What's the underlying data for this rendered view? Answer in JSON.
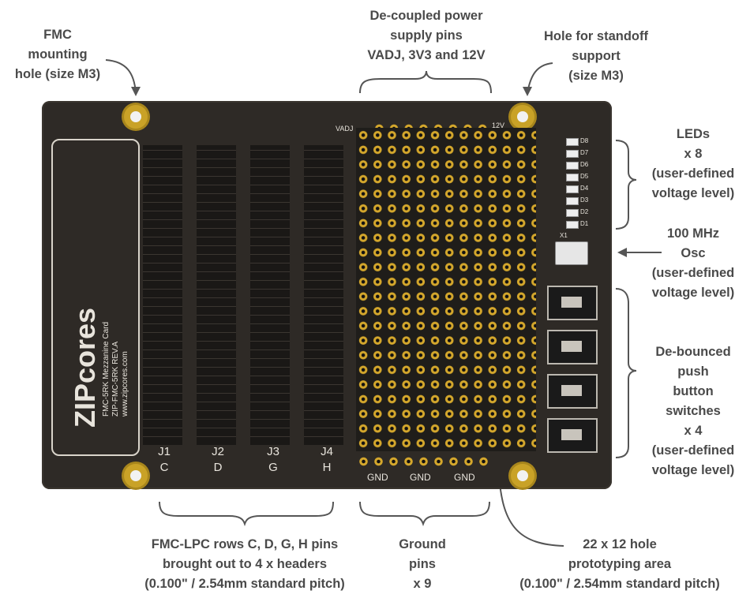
{
  "callouts": {
    "fmc_hole": [
      "FMC",
      "mounting",
      "hole (size M3)"
    ],
    "power_pins": [
      "De-coupled power",
      "supply pins",
      "VADJ, 3V3 and 12V"
    ],
    "standoff": [
      "Hole for standoff",
      "support",
      "(size M3)"
    ],
    "leds": [
      "LEDs",
      "x 8",
      "(user-defined",
      "voltage level)"
    ],
    "osc": [
      "100 MHz",
      "Osc",
      "(user-defined",
      "voltage level)"
    ],
    "buttons": [
      "De-bounced",
      "push",
      "button",
      "switches",
      "x 4",
      "(user-defined",
      "voltage level)"
    ],
    "fmc_rows": [
      "FMC-LPC rows C, D, G, H pins",
      "brought out to 4 x headers",
      "(0.100\" / 2.54mm standard pitch)"
    ],
    "ground": [
      "Ground",
      "pins",
      "x 9"
    ],
    "proto": [
      "22 x 12 hole",
      "prototyping area",
      "(0.100\" / 2.54mm standard pitch)"
    ]
  },
  "board": {
    "brand": "ZIPcores",
    "brand_sub": [
      "FMC-5RK Mezzanine Card",
      "ZIP-FMC-5RK REV.A",
      "www.zipcores.com"
    ],
    "headers": [
      {
        "id": "J1",
        "row": "C"
      },
      {
        "id": "J2",
        "row": "D"
      },
      {
        "id": "J3",
        "row": "G"
      },
      {
        "id": "J4",
        "row": "H"
      }
    ],
    "gnd_labels": [
      "GND",
      "GND",
      "GND"
    ],
    "power_labels": {
      "vadj": "VADJ",
      "v12": "12V"
    },
    "led_labels": [
      "D8",
      "D7",
      "D6",
      "D5",
      "D4",
      "D3",
      "D2",
      "D1"
    ],
    "osc_label": "X1"
  }
}
